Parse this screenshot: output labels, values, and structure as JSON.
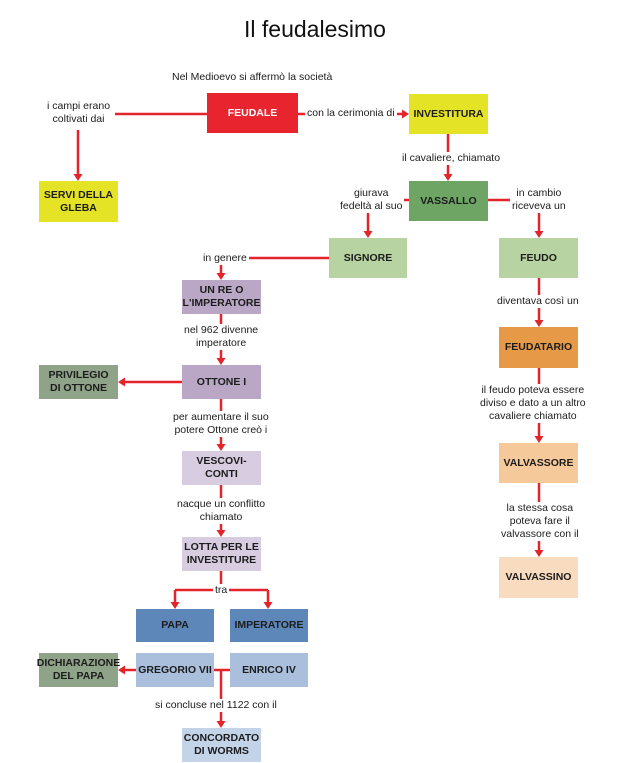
{
  "title": "Il feudalesimo",
  "colors": {
    "arrow": "#e3242b",
    "red": "#e8252f",
    "yellow": "#e4e326",
    "green_dark": "#6ea565",
    "green_light": "#b8d3a2",
    "green_grey": "#8fa388",
    "purple": "#b9a7c5",
    "purple_light": "#d8cce1",
    "orange_dark": "#e69a48",
    "orange_mid": "#f5c99a",
    "orange_light": "#f9dbbf",
    "blue_dark": "#5c87b8",
    "blue_light": "#a9bfdb",
    "blue_pale": "#c4d4e8"
  },
  "nodes": {
    "feudale": "FEUDALE",
    "investitura": "INVESTITURA",
    "servi": "SERVI DELLA\nGLEBA",
    "vassallo": "VASSALLO",
    "signore": "SIGNORE",
    "feudo": "FEUDO",
    "re": "UN RE O\nL'IMPERATORE",
    "feudatario": "FEUDATARIO",
    "privilegio": "PRIVILEGIO\nDI OTTONE",
    "ottone": "OTTONE I",
    "valvassore": "VALVASSORE",
    "vescovi": "VESCOVI-CONTI",
    "lotta": "LOTTA PER LE\nINVESTITURE",
    "valvassino": "VALVASSINO",
    "papa": "PAPA",
    "imperatore": "IMPERATORE",
    "dichiarazione": "DICHIARAZIONE\nDEL PAPA",
    "gregorio": "GREGORIO VII",
    "enrico": "ENRICO IV",
    "concordato": "CONCORDATO\nDI WORMS"
  },
  "labels": {
    "intro": "Nel Medioevo si affermò la società",
    "campi": "i campi erano\ncoltivati dai",
    "cerimonia": "con la cerimonia di",
    "cavaliere": "il cavaliere, chiamato",
    "giurava": "giurava\nfedeltà al suo",
    "cambio": "in cambio\nriceveva un",
    "genere": "in genere",
    "diventava": "diventava così un",
    "nel962": "nel 962 divenne\nimperatore",
    "feudo_poteva": "il feudo poteva essere\ndiviso e dato a un altro\ncavaliere chiamato",
    "aumentare": "per aumentare il suo\npotere Ottone creò i",
    "nacque": "nacque un conflitto\nchiamato",
    "stessa": "la stessa cosa\npoteva fare il\nvalvassore con il",
    "tra": "tra",
    "concluse": "si concluse nel 1122 con il"
  }
}
